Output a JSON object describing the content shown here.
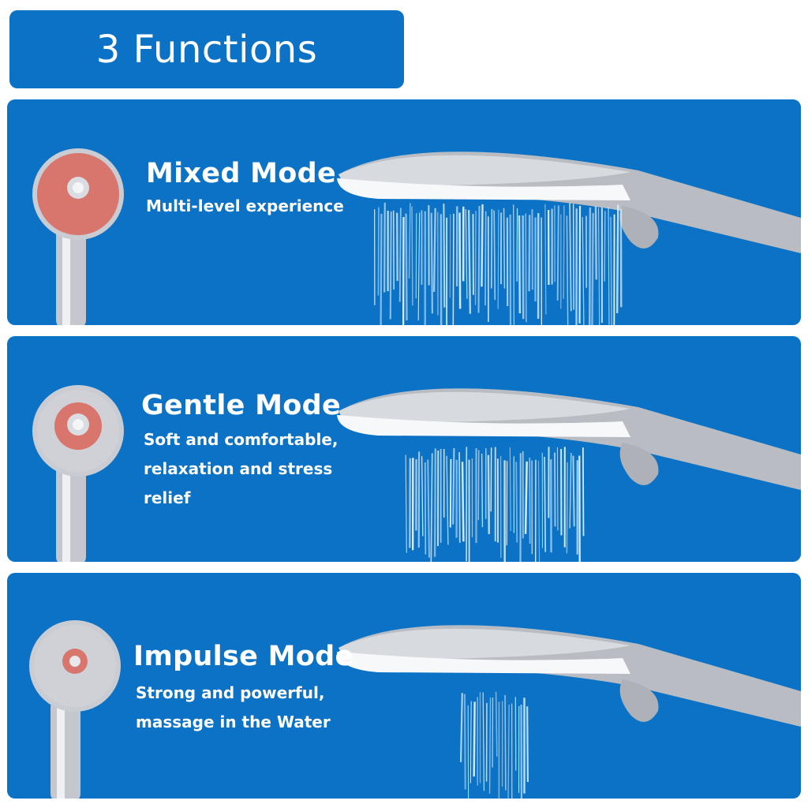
{
  "colors": {
    "panel_blue": "#0b72c5",
    "red_zone": "#d8756c",
    "face_gray": "#cfd1d6",
    "water": "#d9eefb"
  },
  "heading": "3 Functions",
  "modes": [
    {
      "title": "Mixed Mode",
      "desc": [
        "Multi-level experience"
      ],
      "red_zone_fraction": 1.0,
      "spray_width": "wide"
    },
    {
      "title": "Gentle Mode",
      "desc": [
        "Soft and comfortable,",
        "relaxation and stress",
        "relief"
      ],
      "red_zone_fraction": 0.55,
      "spray_width": "medium"
    },
    {
      "title": "Impulse Mode",
      "desc": [
        "Strong and powerful,",
        "massage in the Water"
      ],
      "red_zone_fraction": 0.3,
      "spray_width": "narrow"
    }
  ]
}
